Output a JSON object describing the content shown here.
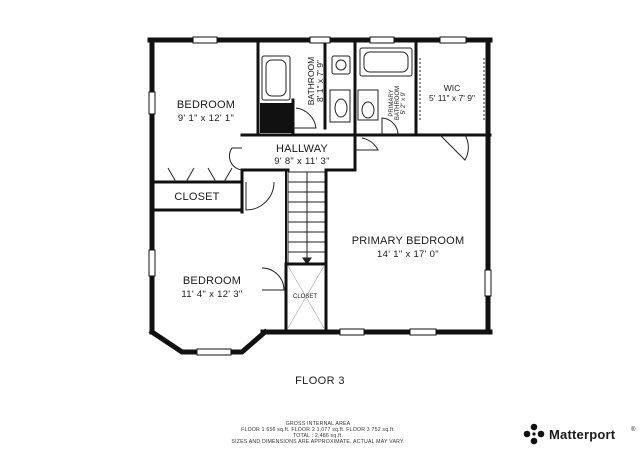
{
  "plan": {
    "rooms": {
      "bedroom_top": {
        "name": "BEDROOM",
        "dims": "9' 1\" x 12' 1\""
      },
      "bathroom": {
        "name": "BATHROOM",
        "dims": "8' 1\" x 7' 9\""
      },
      "primary_bathroom": {
        "name_line1": "PRIMARY",
        "name_line2": "BATHROOM",
        "dims": "5' 2\" x 9'"
      },
      "wic": {
        "name": "WIC",
        "dims": "5' 11\" x 7' 9\""
      },
      "hallway": {
        "name": "HALLWAY",
        "dims": "9' 8\" x 11' 3\""
      },
      "closet_left": {
        "name": "CLOSET"
      },
      "primary_bedroom": {
        "name": "PRIMARY BEDROOM",
        "dims": "14' 1\" x 17' 0\""
      },
      "bedroom_bottom": {
        "name": "BEDROOM",
        "dims": "11' 4\" x 12' 3\""
      },
      "closet_small": {
        "name": "CLOSET"
      }
    }
  },
  "floor_label": "FLOOR 3",
  "area_info": {
    "title": "GROSS INTERNAL AREA",
    "floors": "FLOOR 1 656 sq.ft.    FLOOR 2 1,077 sq.ft.    FLOOR 3 752 sq.ft.",
    "total": "TOTAL :  2,486 sq.ft.",
    "disclaimer": "SIZES AND DIMENSIONS ARE APPROXIMATE, ACTUAL MAY VARY."
  },
  "brand": {
    "name": "Matterport",
    "mark": "®",
    "icon": "matterport-logo-icon"
  },
  "colors": {
    "wall": "#111111",
    "line": "#222222",
    "window": "#ffffff"
  }
}
